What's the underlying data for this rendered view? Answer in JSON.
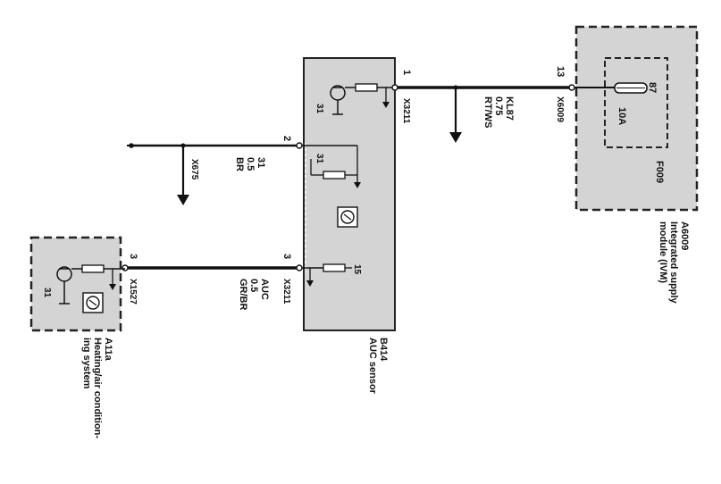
{
  "modules": {
    "ivm": {
      "code": "A6009",
      "name_line1": "Integrated supply",
      "name_line2": "module (IVM)",
      "fuse_id": "F009",
      "fuse_rating": "10A",
      "fuse_pin": "87",
      "connector": "X6009",
      "pin": "13"
    },
    "auc_sensor": {
      "code": "B414",
      "name": "AUC sensor",
      "connector_top": "X3211",
      "connector_bottom": "X3211",
      "pin_top": "1",
      "pin_mid": "2",
      "pin_bottom": "3",
      "ground_top": "31",
      "ground_mid": "31",
      "term_15": "15"
    },
    "heating": {
      "code": "A11a",
      "name_line1": "Heating/air condition-",
      "name_line2": "ing system",
      "connector": "X1527",
      "pin": "3",
      "ground": "31"
    }
  },
  "wires": {
    "supply": {
      "label": "KL87",
      "gauge": "0.75",
      "color": "RT/WS"
    },
    "ground": {
      "label": "31",
      "gauge": "0.5",
      "color": "BR",
      "connector": "X675"
    },
    "signal": {
      "label": "AUC",
      "gauge": "0.5",
      "color": "GR/BR"
    }
  }
}
